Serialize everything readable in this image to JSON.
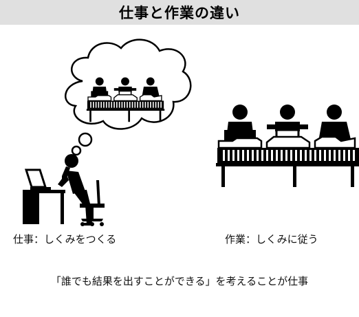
{
  "header": {
    "title": "仕事と作業の違い"
  },
  "left": {
    "caption": "仕事：しくみをつくる"
  },
  "right": {
    "caption": "作業：しくみに従う"
  },
  "summary": {
    "text": "「誰でも結果を出すことができる」を考えることが仕事"
  },
  "colors": {
    "header_bg": "#e0e0e0",
    "ink": "#000000",
    "background": "#ffffff"
  },
  "icons": [
    "thinking-person-icon",
    "thought-bubble-icon",
    "factory-workers-icon"
  ]
}
